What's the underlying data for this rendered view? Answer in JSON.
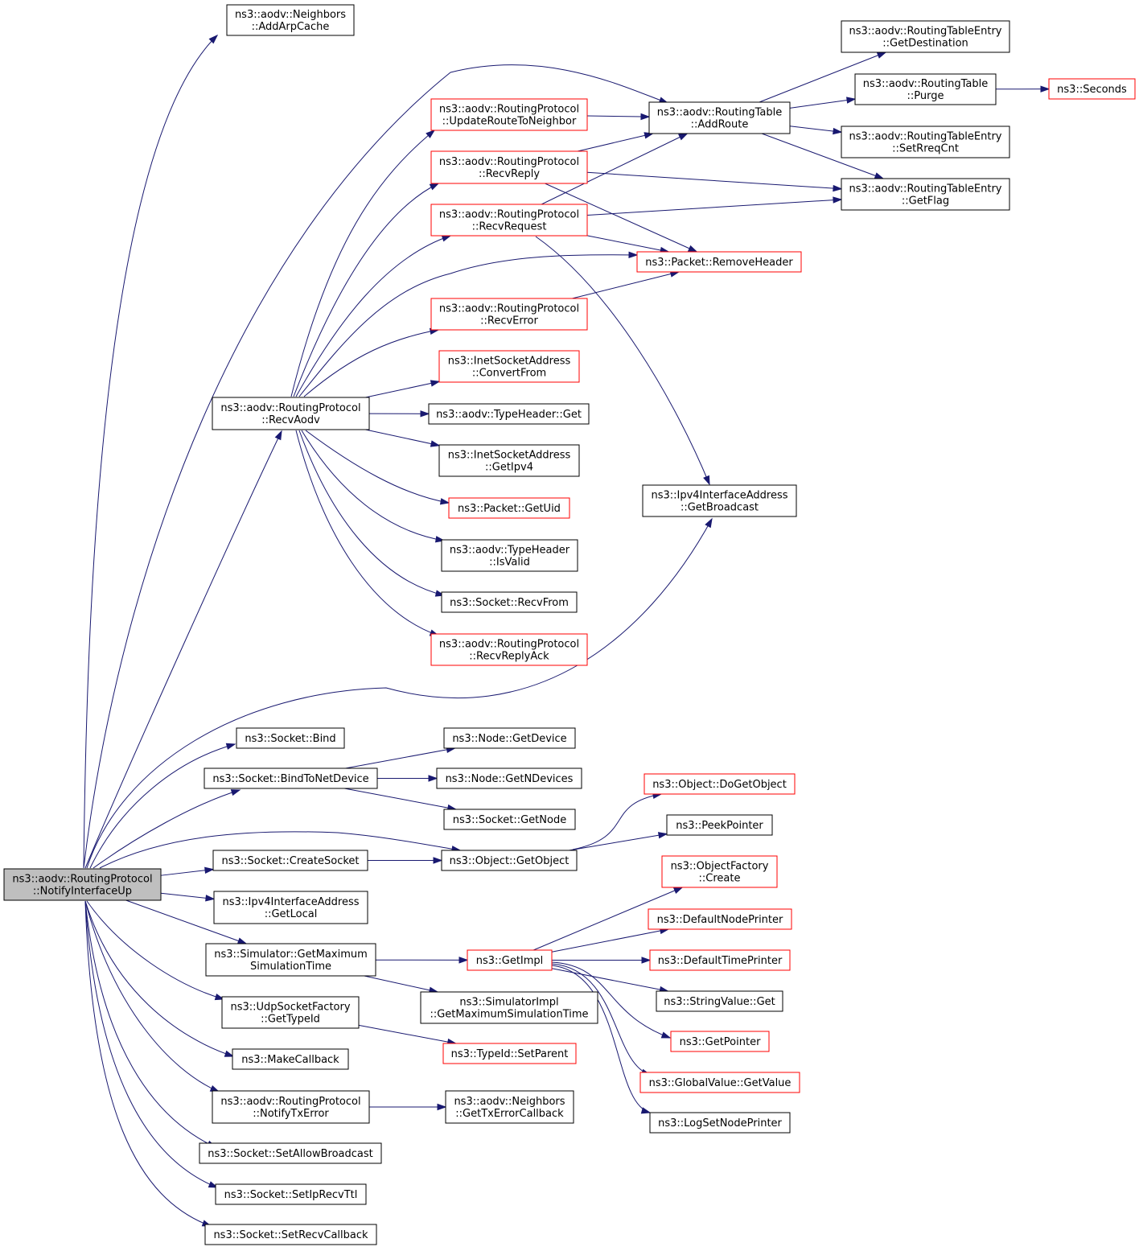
{
  "nodes": [
    {
      "id": "root",
      "lines": [
        "ns3::aodv::RoutingProtocol",
        "::NotifyInterfaceUp"
      ],
      "style": "root"
    },
    {
      "id": "addarp",
      "lines": [
        "ns3::aodv::Neighbors",
        "::AddArpCache"
      ],
      "style": "normal"
    },
    {
      "id": "recvaodv",
      "lines": [
        "ns3::aodv::RoutingProtocol",
        "::RecvAodv"
      ],
      "style": "normal"
    },
    {
      "id": "updroute",
      "lines": [
        "ns3::aodv::RoutingProtocol",
        "::UpdateRouteToNeighbor"
      ],
      "style": "truncated"
    },
    {
      "id": "recvreply",
      "lines": [
        "ns3::aodv::RoutingProtocol",
        "::RecvReply"
      ],
      "style": "truncated"
    },
    {
      "id": "recvrequest",
      "lines": [
        "ns3::aodv::RoutingProtocol",
        "::RecvRequest"
      ],
      "style": "truncated"
    },
    {
      "id": "recverror",
      "lines": [
        "ns3::aodv::RoutingProtocol",
        "::RecvError"
      ],
      "style": "truncated"
    },
    {
      "id": "convertfrom",
      "lines": [
        "ns3::InetSocketAddress",
        "::ConvertFrom"
      ],
      "style": "truncated"
    },
    {
      "id": "typeget",
      "lines": [
        "ns3::aodv::TypeHeader::Get"
      ],
      "style": "normal"
    },
    {
      "id": "getipv4",
      "lines": [
        "ns3::InetSocketAddress",
        "::GetIpv4"
      ],
      "style": "normal"
    },
    {
      "id": "getuid",
      "lines": [
        "ns3::Packet::GetUid"
      ],
      "style": "truncated"
    },
    {
      "id": "isvalid",
      "lines": [
        "ns3::aodv::TypeHeader",
        "::IsValid"
      ],
      "style": "normal"
    },
    {
      "id": "recvfrom",
      "lines": [
        "ns3::Socket::RecvFrom"
      ],
      "style": "normal"
    },
    {
      "id": "recvreplyack",
      "lines": [
        "ns3::aodv::RoutingProtocol",
        "::RecvReplyAck"
      ],
      "style": "truncated"
    },
    {
      "id": "addroute",
      "lines": [
        "ns3::aodv::RoutingTable",
        "::AddRoute"
      ],
      "style": "normal"
    },
    {
      "id": "removeheader",
      "lines": [
        "ns3::Packet::RemoveHeader"
      ],
      "style": "truncated"
    },
    {
      "id": "getbroadcast",
      "lines": [
        "ns3::Ipv4InterfaceAddress",
        "::GetBroadcast"
      ],
      "style": "normal"
    },
    {
      "id": "getdest",
      "lines": [
        "ns3::aodv::RoutingTableEntry",
        "::GetDestination"
      ],
      "style": "normal"
    },
    {
      "id": "purge",
      "lines": [
        "ns3::aodv::RoutingTable",
        "::Purge"
      ],
      "style": "normal"
    },
    {
      "id": "seconds",
      "lines": [
        "ns3::Seconds"
      ],
      "style": "truncated"
    },
    {
      "id": "setrreq",
      "lines": [
        "ns3::aodv::RoutingTableEntry",
        "::SetRreqCnt"
      ],
      "style": "normal"
    },
    {
      "id": "getflag",
      "lines": [
        "ns3::aodv::RoutingTableEntry",
        "::GetFlag"
      ],
      "style": "normal"
    },
    {
      "id": "bind",
      "lines": [
        "ns3::Socket::Bind"
      ],
      "style": "normal"
    },
    {
      "id": "bindtonet",
      "lines": [
        "ns3::Socket::BindToNetDevice"
      ],
      "style": "normal"
    },
    {
      "id": "getdevice",
      "lines": [
        "ns3::Node::GetDevice"
      ],
      "style": "normal"
    },
    {
      "id": "getndevices",
      "lines": [
        "ns3::Node::GetNDevices"
      ],
      "style": "normal"
    },
    {
      "id": "getnode",
      "lines": [
        "ns3::Socket::GetNode"
      ],
      "style": "normal"
    },
    {
      "id": "createsocket",
      "lines": [
        "ns3::Socket::CreateSocket"
      ],
      "style": "normal"
    },
    {
      "id": "getobject",
      "lines": [
        "ns3::Object::GetObject"
      ],
      "style": "normal"
    },
    {
      "id": "dogetobject",
      "lines": [
        "ns3::Object::DoGetObject"
      ],
      "style": "truncated"
    },
    {
      "id": "peekpointer",
      "lines": [
        "ns3::PeekPointer"
      ],
      "style": "normal"
    },
    {
      "id": "getlocal",
      "lines": [
        "ns3::Ipv4InterfaceAddress",
        "::GetLocal"
      ],
      "style": "normal"
    },
    {
      "id": "simmax",
      "lines": [
        "ns3::Simulator::GetMaximum",
        "SimulationTime"
      ],
      "style": "normal"
    },
    {
      "id": "getimpl",
      "lines": [
        "ns3::GetImpl"
      ],
      "style": "truncated"
    },
    {
      "id": "simimplmax",
      "lines": [
        "ns3::SimulatorImpl",
        "::GetMaximumSimulationTime"
      ],
      "style": "normal"
    },
    {
      "id": "objfactory",
      "lines": [
        "ns3::ObjectFactory",
        "::Create"
      ],
      "style": "truncated"
    },
    {
      "id": "defnodeprinter",
      "lines": [
        "ns3::DefaultNodePrinter"
      ],
      "style": "truncated"
    },
    {
      "id": "deftimeprinter",
      "lines": [
        "ns3::DefaultTimePrinter"
      ],
      "style": "truncated"
    },
    {
      "id": "stringvalget",
      "lines": [
        "ns3::StringValue::Get"
      ],
      "style": "normal"
    },
    {
      "id": "getpointer",
      "lines": [
        "ns3::GetPointer"
      ],
      "style": "truncated"
    },
    {
      "id": "globalgetvalue",
      "lines": [
        "ns3::GlobalValue::GetValue"
      ],
      "style": "truncated"
    },
    {
      "id": "logsetnode",
      "lines": [
        "ns3::LogSetNodePrinter"
      ],
      "style": "normal"
    },
    {
      "id": "udpgettypeid",
      "lines": [
        "ns3::UdpSocketFactory",
        "::GetTypeId"
      ],
      "style": "normal"
    },
    {
      "id": "setparent",
      "lines": [
        "ns3::TypeId::SetParent"
      ],
      "style": "truncated"
    },
    {
      "id": "makecallback",
      "lines": [
        "ns3::MakeCallback"
      ],
      "style": "normal"
    },
    {
      "id": "notifytxerror",
      "lines": [
        "ns3::aodv::RoutingProtocol",
        "::NotifyTxError"
      ],
      "style": "normal"
    },
    {
      "id": "gettxerrcb",
      "lines": [
        "ns3::aodv::Neighbors",
        "::GetTxErrorCallback"
      ],
      "style": "normal"
    },
    {
      "id": "setallowbcast",
      "lines": [
        "ns3::Socket::SetAllowBroadcast"
      ],
      "style": "normal"
    },
    {
      "id": "setiprecvttl",
      "lines": [
        "ns3::Socket::SetIpRecvTtl"
      ],
      "style": "normal"
    },
    {
      "id": "setrecvcb",
      "lines": [
        "ns3::Socket::SetRecvCallback"
      ],
      "style": "normal"
    }
  ],
  "edges": [
    [
      "root",
      "addarp"
    ],
    [
      "root",
      "recvaodv"
    ],
    [
      "root",
      "addroute"
    ],
    [
      "root",
      "getbroadcast"
    ],
    [
      "root",
      "bind"
    ],
    [
      "root",
      "bindtonet"
    ],
    [
      "root",
      "getobject"
    ],
    [
      "root",
      "createsocket"
    ],
    [
      "root",
      "getlocal"
    ],
    [
      "root",
      "simmax"
    ],
    [
      "root",
      "udpgettypeid"
    ],
    [
      "root",
      "makecallback"
    ],
    [
      "root",
      "notifytxerror"
    ],
    [
      "root",
      "setallowbcast"
    ],
    [
      "root",
      "setiprecvttl"
    ],
    [
      "root",
      "setrecvcb"
    ],
    [
      "recvaodv",
      "updroute"
    ],
    [
      "recvaodv",
      "recvreply"
    ],
    [
      "recvaodv",
      "recvrequest"
    ],
    [
      "recvaodv",
      "removeheader"
    ],
    [
      "recvaodv",
      "recverror"
    ],
    [
      "recvaodv",
      "convertfrom"
    ],
    [
      "recvaodv",
      "typeget"
    ],
    [
      "recvaodv",
      "getipv4"
    ],
    [
      "recvaodv",
      "getuid"
    ],
    [
      "recvaodv",
      "isvalid"
    ],
    [
      "recvaodv",
      "recvfrom"
    ],
    [
      "recvaodv",
      "recvreplyack"
    ],
    [
      "updroute",
      "addroute"
    ],
    [
      "recvreply",
      "addroute"
    ],
    [
      "recvreply",
      "getflag"
    ],
    [
      "recvreply",
      "removeheader"
    ],
    [
      "recvrequest",
      "addroute"
    ],
    [
      "recvrequest",
      "getflag"
    ],
    [
      "recvrequest",
      "removeheader"
    ],
    [
      "recvrequest",
      "getbroadcast"
    ],
    [
      "recverror",
      "removeheader"
    ],
    [
      "addroute",
      "getdest"
    ],
    [
      "addroute",
      "purge"
    ],
    [
      "addroute",
      "setrreq"
    ],
    [
      "addroute",
      "getflag"
    ],
    [
      "purge",
      "seconds"
    ],
    [
      "bindtonet",
      "getdevice"
    ],
    [
      "bindtonet",
      "getndevices"
    ],
    [
      "bindtonet",
      "getnode"
    ],
    [
      "createsocket",
      "getobject"
    ],
    [
      "getobject",
      "dogetobject"
    ],
    [
      "getobject",
      "peekpointer"
    ],
    [
      "simmax",
      "getimpl"
    ],
    [
      "simmax",
      "simimplmax"
    ],
    [
      "getimpl",
      "objfactory"
    ],
    [
      "getimpl",
      "defnodeprinter"
    ],
    [
      "getimpl",
      "deftimeprinter"
    ],
    [
      "getimpl",
      "stringvalget"
    ],
    [
      "getimpl",
      "getpointer"
    ],
    [
      "getimpl",
      "globalgetvalue"
    ],
    [
      "getimpl",
      "logsetnode"
    ],
    [
      "udpgettypeid",
      "setparent"
    ],
    [
      "notifytxerror",
      "gettxerrcb"
    ]
  ],
  "colors": {
    "edge": "#191970",
    "node_border": "#000000",
    "truncated_border": "#ff0000",
    "root_fill": "#bfbfbf"
  }
}
